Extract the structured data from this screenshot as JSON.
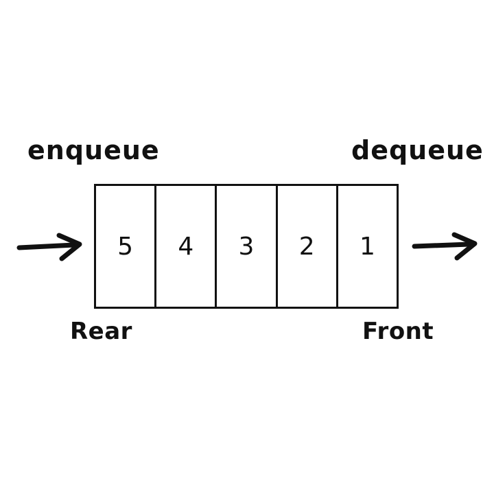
{
  "diagram": {
    "operations": {
      "enqueue": "enqueue",
      "dequeue": "dequeue"
    },
    "ends": {
      "rear": "Rear",
      "front": "Front"
    },
    "queue": {
      "cells": [
        "5",
        "4",
        "3",
        "2",
        "1"
      ]
    },
    "colors": {
      "ink": "#111111",
      "background": "#ffffff"
    },
    "icons": [
      "arrow-right-icon",
      "arrow-right-icon"
    ]
  }
}
